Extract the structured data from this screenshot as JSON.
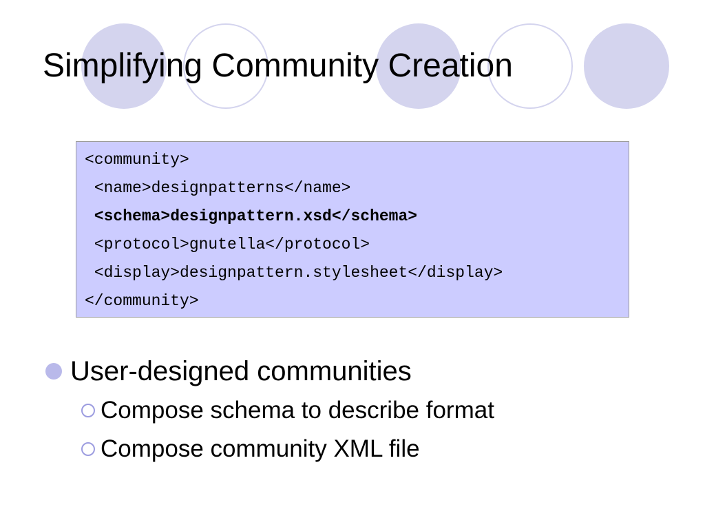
{
  "slide": {
    "title": "Simplifying Community Creation",
    "colors": {
      "accent_circle": "#d4d4ee",
      "code_background": "#ccccff",
      "bullet": "#b9b9ea"
    }
  },
  "code": {
    "lines": [
      {
        "text": "<community>",
        "bold": false
      },
      {
        "text": " <name>designpatterns</name>",
        "bold": false
      },
      {
        "text": " <schema>designpattern.xsd</schema>",
        "bold": true
      },
      {
        "text": " <protocol>gnutella</protocol>",
        "bold": false
      },
      {
        "text": " <display>designpattern.stylesheet</display>",
        "bold": false
      },
      {
        "text": "</community>",
        "bold": false
      }
    ]
  },
  "bullets": {
    "main": "User-designed communities",
    "sub": [
      "Compose schema to describe format",
      "Compose community XML file"
    ],
    "icons": {
      "level1": "filled-circle-bullet-icon",
      "level2": "hollow-circle-bullet-icon"
    }
  }
}
